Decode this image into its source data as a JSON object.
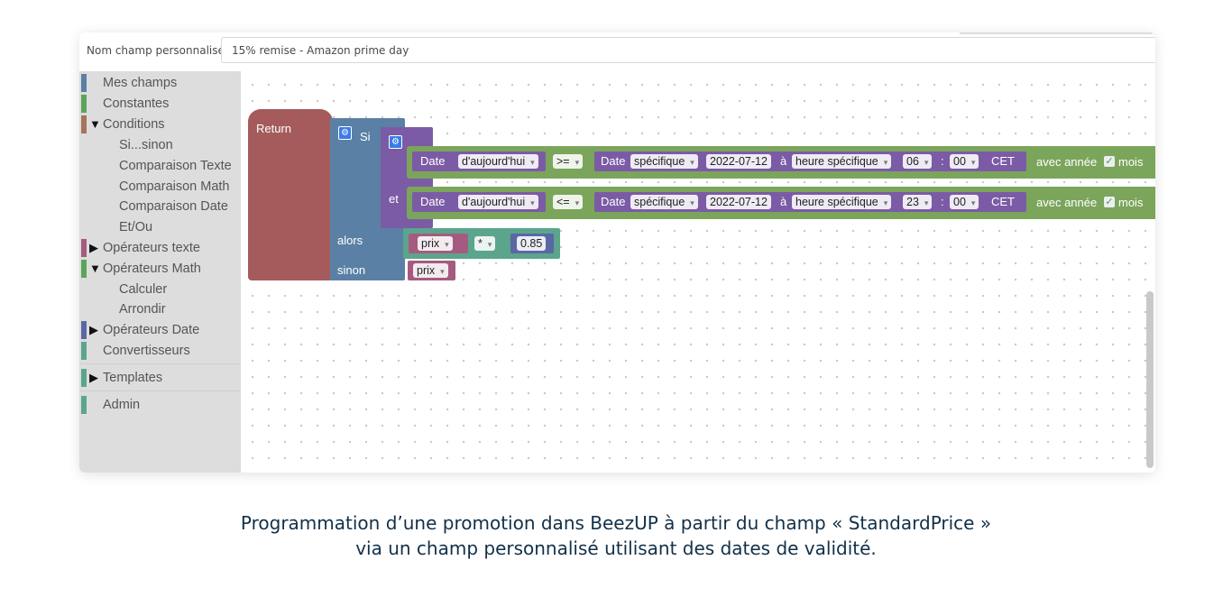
{
  "field": {
    "label": "Nom champ personnalisé",
    "value": "15% remise - Amazon prime day"
  },
  "toolbox": {
    "items": [
      {
        "label": "Mes champs",
        "color": "#5b80a5",
        "arrow": ""
      },
      {
        "label": "Constantes",
        "color": "#5ba55b",
        "arrow": ""
      },
      {
        "label": "Conditions",
        "color": "#a5745b",
        "arrow": "▼"
      },
      {
        "label": "Si...sinon",
        "color": "",
        "arrow": ""
      },
      {
        "label": "Comparaison Texte",
        "color": "",
        "arrow": ""
      },
      {
        "label": "Comparaison Math",
        "color": "",
        "arrow": ""
      },
      {
        "label": "Comparaison Date",
        "color": "",
        "arrow": ""
      },
      {
        "label": "Et/Ou",
        "color": "",
        "arrow": ""
      },
      {
        "label": "Opérateurs texte",
        "color": "#a55b80",
        "arrow": "▶"
      },
      {
        "label": "Opérateurs Math",
        "color": "#5ba55b",
        "arrow": "▼"
      },
      {
        "label": "Calculer",
        "color": "",
        "arrow": ""
      },
      {
        "label": "Arrondir",
        "color": "",
        "arrow": ""
      },
      {
        "label": "Opérateurs Date",
        "color": "#5b67a5",
        "arrow": "▶"
      },
      {
        "label": "Convertisseurs",
        "color": "#5ba58c",
        "arrow": ""
      },
      {
        "label": "Templates",
        "color": "#5ba58c",
        "arrow": "▶"
      },
      {
        "label": "Admin",
        "color": "#5ba58c",
        "arrow": ""
      }
    ]
  },
  "blocks": {
    "return_label": "Return",
    "si_label": "Si",
    "et_label": "et",
    "alors_label": "alors",
    "sinon_label": "sinon",
    "cond1": {
      "date_label": "Date",
      "today": "d'aujourd'hui",
      "operator": ">=",
      "date2_label": "Date",
      "specific": "spécifique",
      "date_value": "2022-07-12",
      "a_label": "à",
      "heure": "heure spécifique",
      "hour": "06",
      "colon": ":",
      "minute": "00",
      "tz": "CET",
      "avec_annee": "avec année",
      "mois": "mois"
    },
    "cond2": {
      "date_label": "Date",
      "today": "d'aujourd'hui",
      "operator": "<=",
      "date2_label": "Date",
      "specific": "spécifique",
      "date_value": "2022-07-12",
      "a_label": "à",
      "heure": "heure spécifique",
      "hour": "23",
      "colon": ":",
      "minute": "00",
      "tz": "CET",
      "avec_annee": "avec année",
      "mois": "mois"
    },
    "alors_expr": {
      "field": "prix",
      "operator": "*",
      "value": "0.85"
    },
    "sinon_expr": {
      "field": "prix"
    }
  },
  "colors": {
    "return": "#a55b5b",
    "logic": "#5b80a5",
    "and": "#7b5ba5",
    "date_compare": "#7ba55b",
    "date_block": "#7b5ba5",
    "math": "#5ba58c",
    "text_field": "#a55b80"
  },
  "caption": {
    "line1": "Programmation d’une promotion dans BeezUP à partir du champ « StandardPrice »",
    "line2": "via un champ personnalisé utilisant des dates de validité."
  }
}
